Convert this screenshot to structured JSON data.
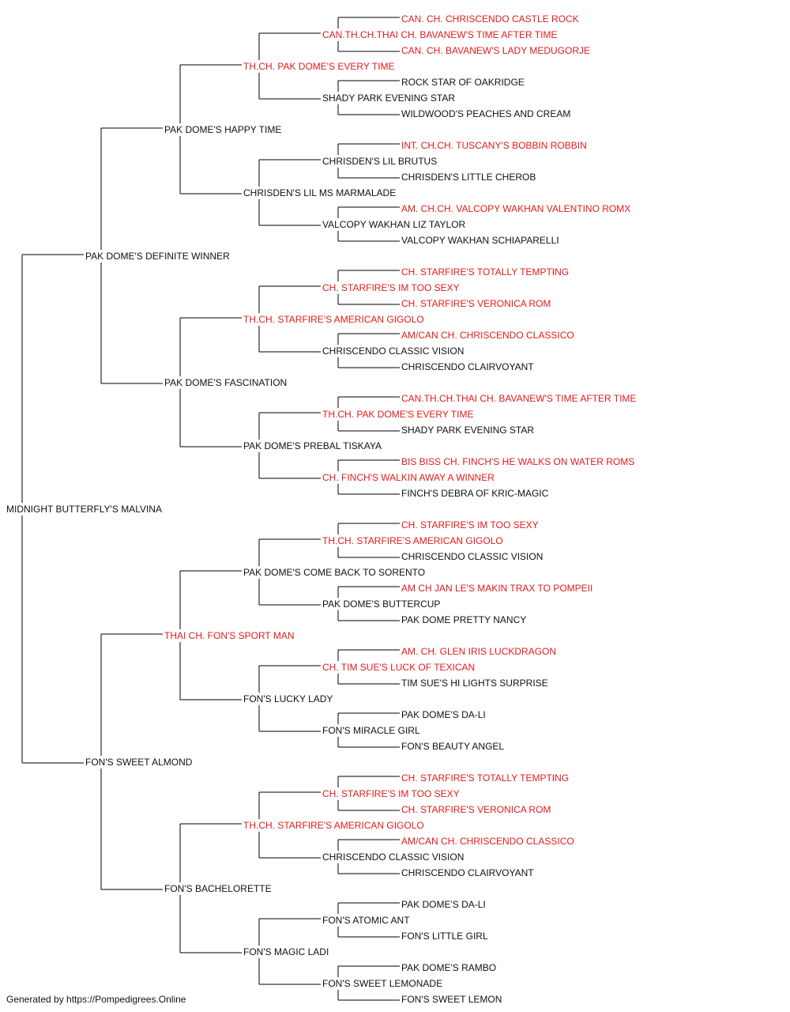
{
  "colors": {
    "champion": "#e01b1b",
    "normal": "#111111",
    "line": "#000000"
  },
  "subject": {
    "name": "MIDNIGHT BUTTERFLY'S MALVINA",
    "champion": false
  },
  "generations": [
    [
      {
        "name": "PAK DOME'S DEFINITE WINNER",
        "champion": false
      },
      {
        "name": "FON'S SWEET ALMOND",
        "champion": false
      }
    ],
    [
      {
        "name": "PAK DOME'S HAPPY TIME",
        "champion": false
      },
      {
        "name": "PAK DOME'S FASCINATION",
        "champion": false
      },
      {
        "name": "THAI CH. FON'S SPORT MAN",
        "champion": true
      },
      {
        "name": "FON'S BACHELORETTE",
        "champion": false
      }
    ],
    [
      {
        "name": "TH.CH. PAK DOME'S EVERY TIME",
        "champion": true
      },
      {
        "name": "CHRISDEN'S LIL MS MARMALADE",
        "champion": false
      },
      {
        "name": "TH.CH. STARFIRE'S AMERICAN GIGOLO",
        "champion": true
      },
      {
        "name": "PAK DOME'S PREBAL TISKAYA",
        "champion": false
      },
      {
        "name": "PAK DOME'S COME BACK TO SORENTO",
        "champion": false
      },
      {
        "name": "FON'S LUCKY LADY",
        "champion": false
      },
      {
        "name": "TH.CH. STARFIRE'S AMERICAN GIGOLO",
        "champion": true
      },
      {
        "name": "FON'S MAGIC LADI",
        "champion": false
      }
    ],
    [
      {
        "name": "CAN.TH.CH.THAI CH. BAVANEW'S TIME AFTER TIME",
        "champion": true
      },
      {
        "name": "SHADY PARK EVENING STAR",
        "champion": false
      },
      {
        "name": "CHRISDEN'S LIL BRUTUS",
        "champion": false
      },
      {
        "name": "VALCOPY WAKHAN LIZ TAYLOR",
        "champion": false
      },
      {
        "name": "CH. STARFIRE'S IM TOO SEXY",
        "champion": true
      },
      {
        "name": "CHRISCENDO CLASSIC VISION",
        "champion": false
      },
      {
        "name": "TH.CH. PAK DOME'S EVERY TIME",
        "champion": true
      },
      {
        "name": "CH. FINCH'S WALKIN AWAY A WINNER",
        "champion": true
      },
      {
        "name": "TH.CH. STARFIRE'S AMERICAN GIGOLO",
        "champion": true
      },
      {
        "name": "PAK DOME'S BUTTERCUP",
        "champion": false
      },
      {
        "name": "CH. TIM SUE'S LUCK OF TEXICAN",
        "champion": true
      },
      {
        "name": "FON'S MIRACLE GIRL",
        "champion": false
      },
      {
        "name": "CH. STARFIRE'S IM TOO SEXY",
        "champion": true
      },
      {
        "name": "CHRISCENDO CLASSIC VISION",
        "champion": false
      },
      {
        "name": "FON'S ATOMIC ANT",
        "champion": false
      },
      {
        "name": "FON'S SWEET LEMONADE",
        "champion": false
      }
    ],
    [
      {
        "name": "CAN. CH. CHRISCENDO CASTLE ROCK",
        "champion": true
      },
      {
        "name": "CAN. CH. BAVANEW'S LADY MEDUGORJE",
        "champion": true
      },
      {
        "name": "ROCK STAR OF OAKRIDGE",
        "champion": false
      },
      {
        "name": "WILDWOOD'S PEACHES AND CREAM",
        "champion": false
      },
      {
        "name": "INT. CH.CH. TUSCANY'S BOBBIN ROBBIN",
        "champion": true
      },
      {
        "name": "CHRISDEN'S LITTLE CHEROB",
        "champion": false
      },
      {
        "name": "AM. CH.CH. VALCOPY WAKHAN VALENTINO ROMX",
        "champion": true
      },
      {
        "name": "VALCOPY WAKHAN SCHIAPARELLI",
        "champion": false
      },
      {
        "name": "CH. STARFIRE'S TOTALLY TEMPTING",
        "champion": true
      },
      {
        "name": "CH. STARFIRE'S VERONICA ROM",
        "champion": true
      },
      {
        "name": "AM/CAN CH. CHRISCENDO CLASSICO",
        "champion": true
      },
      {
        "name": "CHRISCENDO CLAIRVOYANT",
        "champion": false
      },
      {
        "name": "CAN.TH.CH.THAI CH. BAVANEW'S TIME AFTER TIME",
        "champion": true
      },
      {
        "name": "SHADY PARK EVENING STAR",
        "champion": false
      },
      {
        "name": "BIS BISS CH. FINCH'S HE WALKS ON WATER ROMS",
        "champion": true
      },
      {
        "name": "FINCH'S DEBRA OF KRIC-MAGIC",
        "champion": false
      },
      {
        "name": "CH. STARFIRE'S IM TOO SEXY",
        "champion": true
      },
      {
        "name": "CHRISCENDO CLASSIC VISION",
        "champion": false
      },
      {
        "name": "AM CH JAN LE'S MAKIN TRAX TO POMPEII",
        "champion": true
      },
      {
        "name": "PAK DOME PRETTY NANCY",
        "champion": false
      },
      {
        "name": "AM. CH. GLEN IRIS LUCKDRAGON",
        "champion": true
      },
      {
        "name": "TIM SUE'S HI LIGHTS SURPRISE",
        "champion": false
      },
      {
        "name": "PAK DOME'S DA-LI",
        "champion": false
      },
      {
        "name": "FON'S BEAUTY ANGEL",
        "champion": false
      },
      {
        "name": "CH. STARFIRE'S TOTALLY TEMPTING",
        "champion": true
      },
      {
        "name": "CH. STARFIRE'S VERONICA ROM",
        "champion": true
      },
      {
        "name": "AM/CAN CH. CHRISCENDO CLASSICO",
        "champion": true
      },
      {
        "name": "CHRISCENDO CLAIRVOYANT",
        "champion": false
      },
      {
        "name": "PAK DOME'S DA-LI",
        "champion": false
      },
      {
        "name": "FON'S LITTLE GIRL",
        "champion": false
      },
      {
        "name": "PAK DOME'S RAMBO",
        "champion": false
      },
      {
        "name": "FON'S SWEET LEMON",
        "champion": false
      }
    ]
  ],
  "footer": "Generated by https://Pompedigrees.Online"
}
